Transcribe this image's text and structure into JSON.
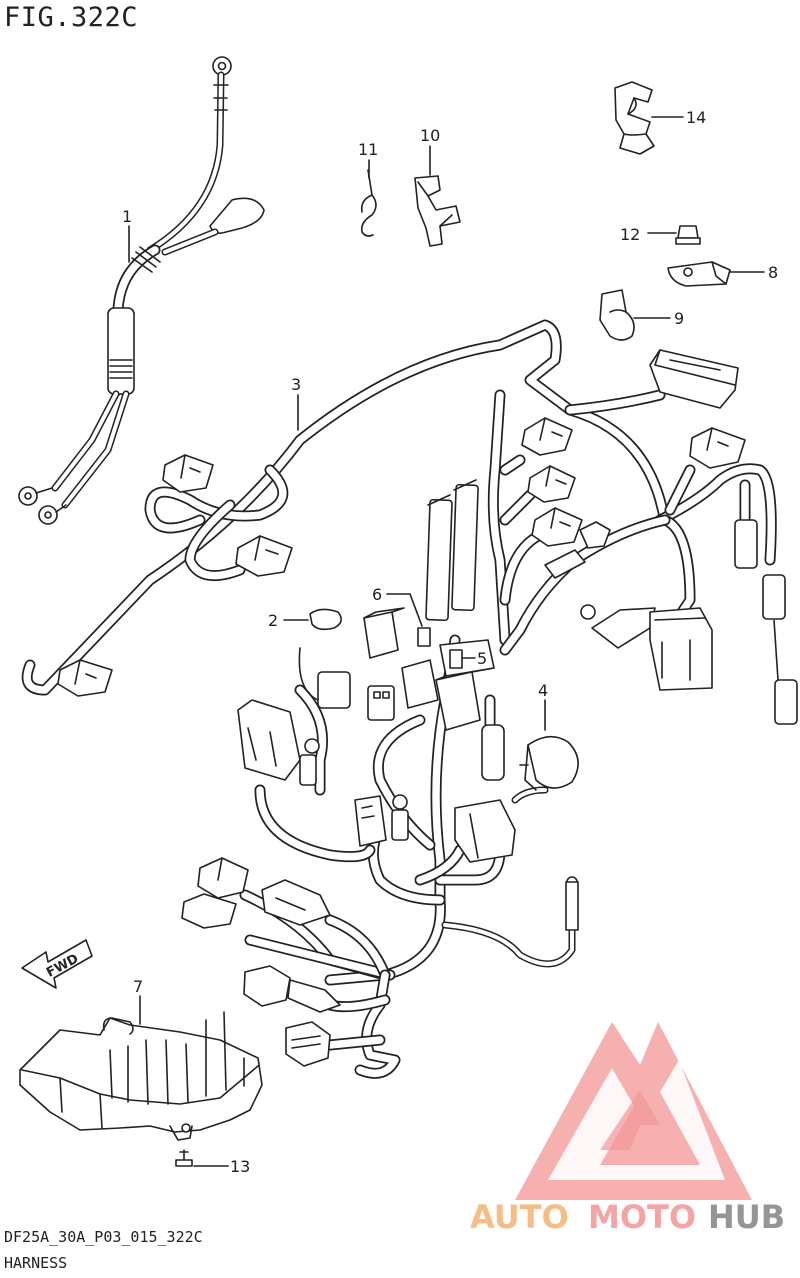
{
  "figure": {
    "title": "FIG.322C",
    "code": "DF25A_30A_P03_015_322C",
    "name": "HARNESS"
  },
  "callouts": [
    "1",
    "2",
    "3",
    "4",
    "5",
    "6",
    "7",
    "8",
    "9",
    "10",
    "11",
    "12",
    "13",
    "14"
  ],
  "direction_label": "FWD",
  "watermark": {
    "text_auto": "AUTO",
    "text_moto": "MOTO",
    "text_hub": "HUB",
    "colors": {
      "auto": "#f5b87a",
      "moto": "#f59a9a",
      "hub": "#8a8a8a",
      "triangle": "#f28b8b"
    }
  }
}
